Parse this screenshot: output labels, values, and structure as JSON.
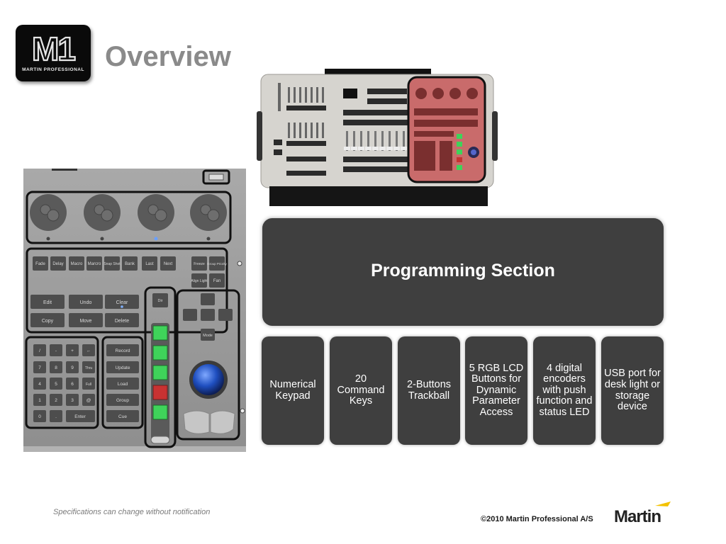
{
  "logo": {
    "mark": "M1",
    "subtitle": "MARTIN PROFESSIONAL"
  },
  "slide": {
    "title": "Overview"
  },
  "programming_section": {
    "title": "Programming Section",
    "items": [
      "Numerical Keypad",
      "20 Command Keys",
      "2-Buttons Trackball",
      "5 RGB LCD Buttons for Dynamic Parameter Access",
      "4 digital encoders with push function and status LED",
      "USB port for desk light or storage device"
    ]
  },
  "closeup": {
    "row1": [
      "Fade",
      "Delay",
      "Macro",
      "Marcro",
      "Snap Shot",
      "Bank",
      "Last",
      "Next",
      "Freeze",
      "Group Priority",
      "Align Light",
      "Fan"
    ],
    "command_keys": [
      "Edit",
      "Undo",
      "Clear",
      "Copy",
      "Move",
      "Delete"
    ],
    "keypad": [
      "/",
      "-",
      "+",
      "←",
      "7",
      "8",
      "9",
      "Thru",
      "4",
      "5",
      "6",
      "Full",
      "1",
      "2",
      "3",
      "@",
      "0",
      ".",
      "Enter"
    ],
    "record_keys": [
      "Record",
      "Update",
      "Load",
      "Group",
      "Cue"
    ],
    "lcd_top": "Dir",
    "mode_key": "Mode"
  },
  "footer": {
    "note": "Specifications can change without notification",
    "copyright": "©2010 Martin Professional A/S",
    "brand": "Martin"
  },
  "colors": {
    "tile": "#3f3f3f",
    "title_gray": "#8a8a8a",
    "lcd_green": "#3fd35a",
    "lcd_red": "#c83232",
    "highlight_red": "#c96b6b",
    "brand_yellow": "#f3c200"
  }
}
